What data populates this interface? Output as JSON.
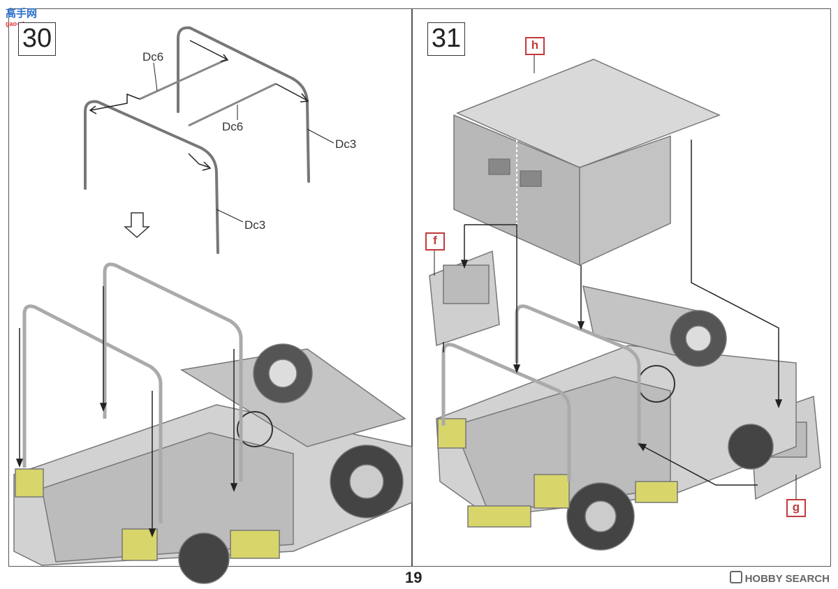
{
  "page": {
    "number": "19"
  },
  "watermark": {
    "main": "高手网",
    "sub": "gao-shou.com"
  },
  "credit": {
    "text": "HOBBY SEARCH"
  },
  "step30": {
    "number": "30",
    "labels": {
      "dc6_top": "Dc6",
      "dc6_mid": "Dc6",
      "dc3_right": "Dc3",
      "dc3_bottom": "Dc3"
    }
  },
  "step31": {
    "number": "31",
    "callouts": {
      "h": "h",
      "f": "f",
      "g": "g"
    }
  },
  "colors": {
    "callout": "#c23a3a",
    "highlight": "#d8d66a",
    "vehicle": "#c9c9c9",
    "frame": "#555555"
  }
}
